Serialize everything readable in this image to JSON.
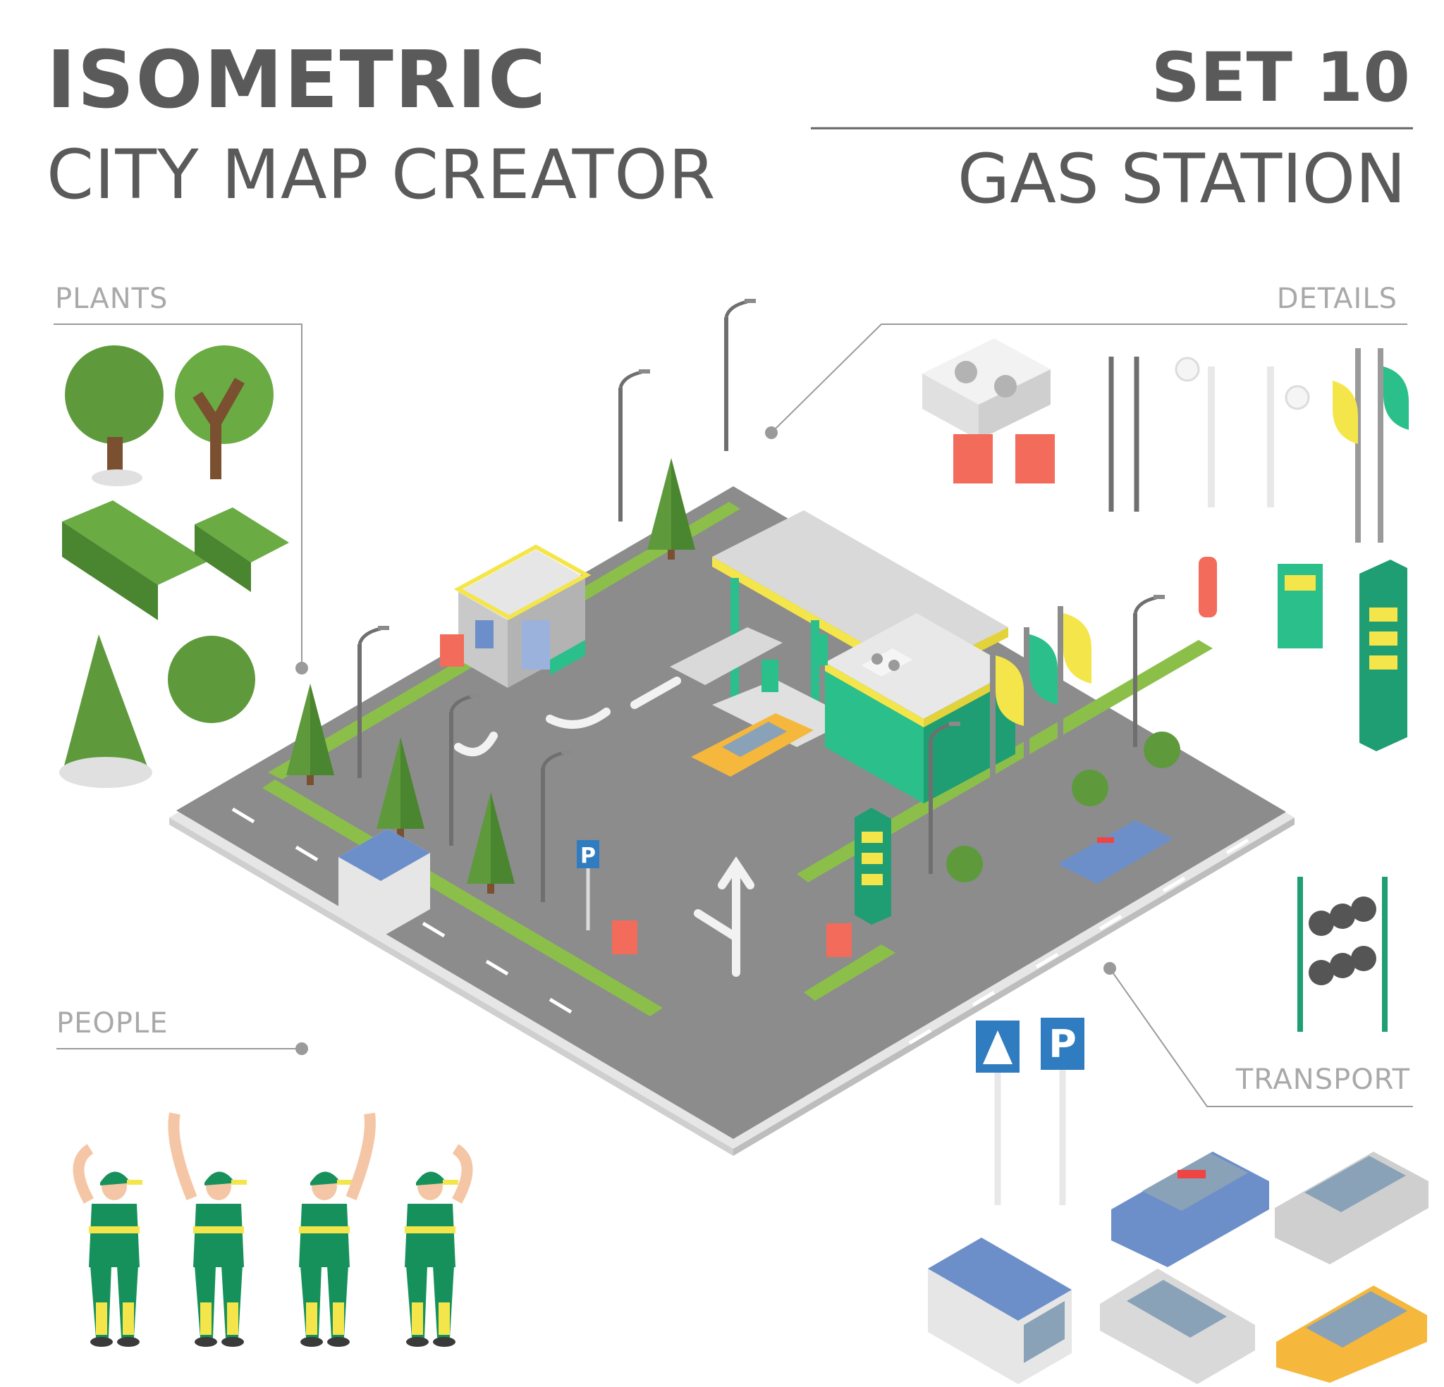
{
  "header": {
    "title_main": "ISOMETRIC",
    "title_sub": "CITY MAP CREATOR",
    "set_label": "SET 10",
    "set_name": "GAS STATION"
  },
  "labels": {
    "plants": "PLANTS",
    "details": "DETAILS",
    "people": "PEOPLE",
    "transport": "TRANSPORT"
  },
  "colors": {
    "text": "#5a5a5a",
    "label": "#a9a9a9",
    "asphalt": "#8c8c8c",
    "grass": "#8bbf4a",
    "brand_green": "#2bbf8c",
    "brand_yellow": "#f4e64a",
    "sign_red": "#f26b5b",
    "parking_blue": "#2f7cc1",
    "taxi": "#f5b73c",
    "police": "#6d8fc9"
  },
  "signs": {
    "parking": "P"
  }
}
